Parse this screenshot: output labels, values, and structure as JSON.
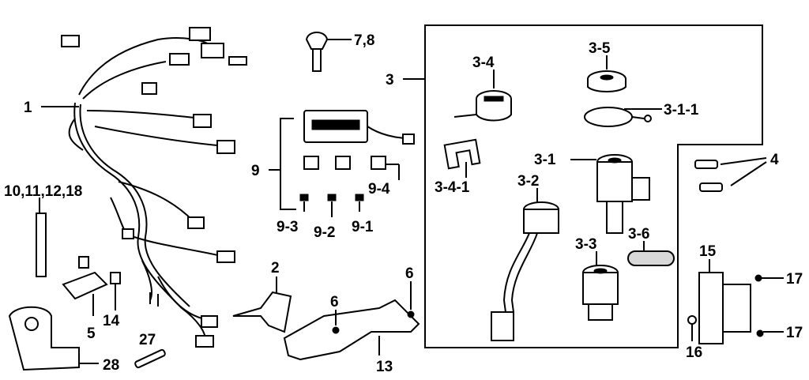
{
  "labels": {
    "l1": "1",
    "l2": "2",
    "l3": "3",
    "l3_1": "3-1",
    "l3_1_1": "3-1-1",
    "l3_2": "3-2",
    "l3_3": "3-3",
    "l3_4": "3-4",
    "l3_4_1": "3-4-1",
    "l3_5": "3-5",
    "l3_6": "3-6",
    "l4": "4",
    "l6a": "6",
    "l6b": "6",
    "l7_8": "7,8",
    "l9": "9",
    "l9_1": "9-1",
    "l9_2": "9-2",
    "l9_3": "9-3",
    "l9_4": "9-4",
    "l10": "10,11,12,18",
    "l13": "13",
    "l14": "14",
    "l15": "15",
    "l16": "16",
    "l17a": "17",
    "l17b": "17",
    "l27": "27",
    "l28": "28",
    "l5": "5"
  }
}
